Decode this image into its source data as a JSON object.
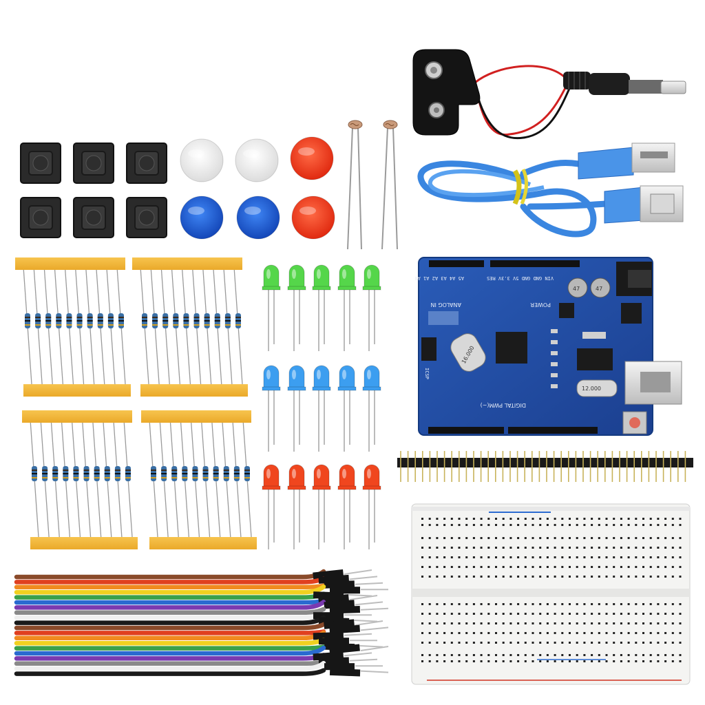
{
  "scene": {
    "title": "Arduino UNO starter kit components",
    "background": "#ffffff"
  },
  "colors": {
    "board_blue": "#1f4fa8",
    "header_black": "#1a1a1a",
    "resistor_tape": "#f5b93a",
    "resistor_body": "#3a6fa5",
    "led_green": "#55d64a",
    "led_blue": "#3c9ef0",
    "led_red": "#f0461e",
    "cap_white": "#f2f2f2",
    "cap_blue": "#1d5fd6",
    "cap_red": "#f03a1a",
    "usb_cable": "#3a86e0",
    "breadboard": "#f4f4f2"
  },
  "board_labels": {
    "analog_in": "ANALOG IN",
    "power": "POWER",
    "digital_pwm": "DIGITAL PWM(~)",
    "crystal": "12.000",
    "crystal_small": "16.000",
    "analog_pins": "A5 A4 A3 A2 A1 A0",
    "power_pins": "VIN GND GND 5V 3.3V RES",
    "icsp": "ICSP"
  },
  "counts": {
    "push_buttons": 6,
    "button_caps": 6,
    "resistor_strips": 4,
    "leds_per_color": 5,
    "jumper_wires": 20
  },
  "icons": {
    "battery": "9v-battery-clip-icon",
    "usb": "usb-cable-icon"
  }
}
